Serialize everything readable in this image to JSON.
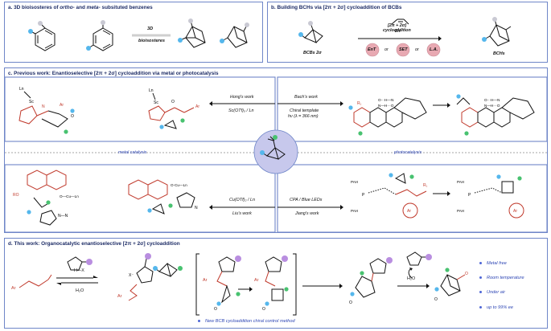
{
  "panel_a": {
    "title": "a. 3D bioisosteres of ",
    "title_it": "ortho-",
    "title_mid": " and ",
    "title_it2": "meta-",
    "title_end": " subsituted benzenes",
    "arrow_label": "3D",
    "arrow_sublabel": "bioisosteres"
  },
  "panel_b": {
    "title": "b. Building BCHs via [2π + 2σ] cycloaddition of BCBs",
    "reagent_label": "2π",
    "arrow_label_1": "[2π + 2σ]",
    "arrow_label_2": "cycloaddition",
    "start_label": "BCBs 2σ",
    "product_label": "BCHs",
    "circles": [
      "EnT",
      "SET",
      "L.A."
    ],
    "or1": "or",
    "or2": "or"
  },
  "panel_c": {
    "title": "c. Previous work: Enantioselective [2π + 2σ] cycloaddition via metal or photocatalysis",
    "hong": "Hong's work",
    "hong_cond": "Sc(OTf)₃ / Ln",
    "bach": "Bach's work",
    "bach_cond1": "Chiral template",
    "bach_cond2": "hν (λ = 366 nm)",
    "liu": "Liu's work",
    "liu_cond": "Cu(OTf)₂ / Ln",
    "jiang": "Jiang's work",
    "jiang_cond": "CPA / Blue LEDs",
    "metal": "metal catalysis",
    "photo": "photocatalysis"
  },
  "panel_d": {
    "title": "d. This work: Organocatalytic enantioselective [2π + 2σ] cycloaddition",
    "hx": "H—X",
    "water1": "H₂O",
    "water2": "H₂O",
    "ar1": "Ar",
    "ar2": "Ar",
    "ar3": "Ar",
    "ar4": "Ar",
    "method": "New BCB cycloaddition chiral control method",
    "bullets": [
      "Metal free",
      "Room temperature",
      "Under air",
      "up to 99% ee"
    ]
  },
  "colors": {
    "frame": "#6f86c8",
    "title": "#1d2c66",
    "accent_blue": "#2f47b5",
    "red": "#c0392b",
    "cyan_ball": "#55b7ec",
    "green_ball": "#48c270",
    "gray_ball": "#c9c9d3",
    "purple_ball": "#b98ee0",
    "center_circle": "#c7c8ec"
  }
}
